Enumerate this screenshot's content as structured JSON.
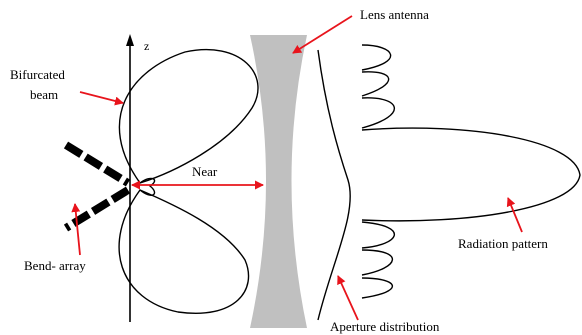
{
  "axis": {
    "z_label": "z"
  },
  "labels": {
    "lens_antenna": "Lens antenna",
    "bifurcated_beam": [
      "Bifurcated",
      "beam"
    ],
    "near": "Near",
    "bend_array": "Bend- array",
    "radiation_pattern": "Radiation pattern",
    "aperture_distribution": "Aperture distribution"
  },
  "colors": {
    "lens": "#c0c0c0",
    "arrow": "#e8141c",
    "ink": "#000000"
  }
}
